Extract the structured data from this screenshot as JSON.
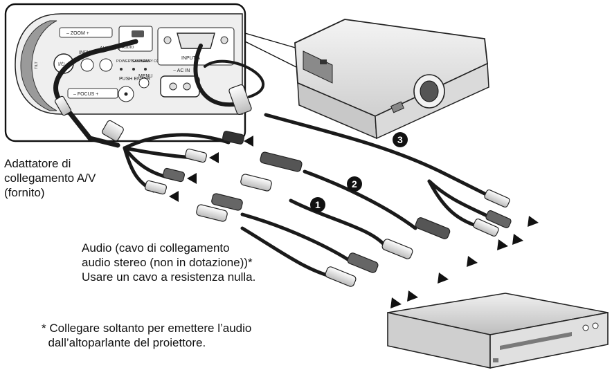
{
  "panel": {
    "zoom_label": "– ZOOM +",
    "focus_label": "– FOCUS +",
    "input_label": "INPUT",
    "auto_focus_label": "AUTO FOCUS",
    "power_saving_label": "POWER SAVING",
    "temp_fan_label": "TEMP/ FAN",
    "lamp_cover_label": "LAMP/ COVER",
    "push_enter_label": "PUSH ENTER",
    "menu_label": "MENU",
    "input_a_label": "INPUT A",
    "ac_in_label": "~ AC IN",
    "audio_label": "AUDIO",
    "power_symbol": "I/⏻",
    "tilt_label": "TILT"
  },
  "badges": {
    "one": "1",
    "two": "2",
    "three": "3"
  },
  "labels": {
    "adapter": [
      "Adattatore di",
      "collegamento A/V",
      "(fornito)"
    ],
    "audio": [
      "Audio (cavo di collegamento",
      "audio stereo (non in dotazione))*",
      "Usare un cavo a resistenza nulla."
    ],
    "footnote": [
      "* Collegare soltanto per emettere l’audio",
      "  dall’altoparlante del proiettore."
    ]
  },
  "colors": {
    "cable": "#1a1a1a",
    "panel_fill": "#f2f2f2",
    "panel_stroke": "#111111",
    "device_fill": "#e6e6e6",
    "device_dark": "#4a4a4a"
  }
}
